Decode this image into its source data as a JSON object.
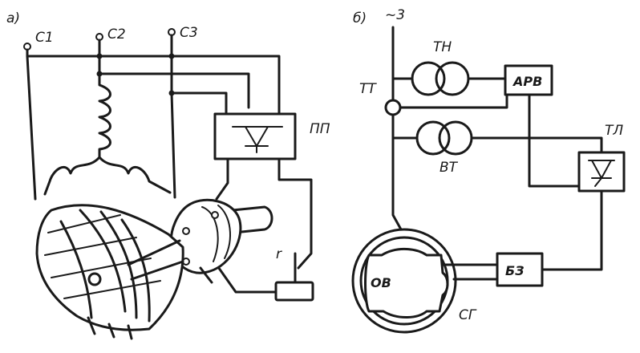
{
  "diagram_a": {
    "panel_label": "а)",
    "terminals": [
      "C1",
      "C2",
      "C3"
    ],
    "rectifier_label": "ПП",
    "resistor_label": "r"
  },
  "diagram_b": {
    "panel_label": "б)",
    "supply_label": "~3",
    "current_transformer_label": "ТТ",
    "voltage_transformer_label": "ТН",
    "aux_transformer_label": "ВТ",
    "regulator_label": "АРВ",
    "thyristor_label": "ТЛ",
    "field_winding_label": "ОВ",
    "protection_block_label": "БЗ",
    "generator_label": "СГ"
  }
}
